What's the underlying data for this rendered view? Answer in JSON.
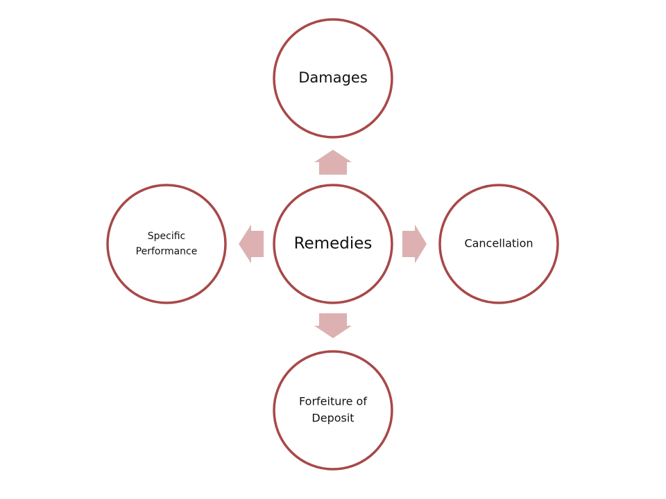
{
  "diagram": {
    "center": {
      "label": "Remedies"
    },
    "top": {
      "label": "Damages"
    },
    "right": {
      "label": "Cancellation"
    },
    "bottom": {
      "label_line1": "Forfeiture of",
      "label_line2": "Deposit"
    },
    "left": {
      "label_line1": "Specific",
      "label_line2": "Performance"
    }
  },
  "colors": {
    "circle_border": "#a84848",
    "arrow_fill": "#ddb1b1",
    "text": "#111111",
    "background": "#ffffff"
  }
}
